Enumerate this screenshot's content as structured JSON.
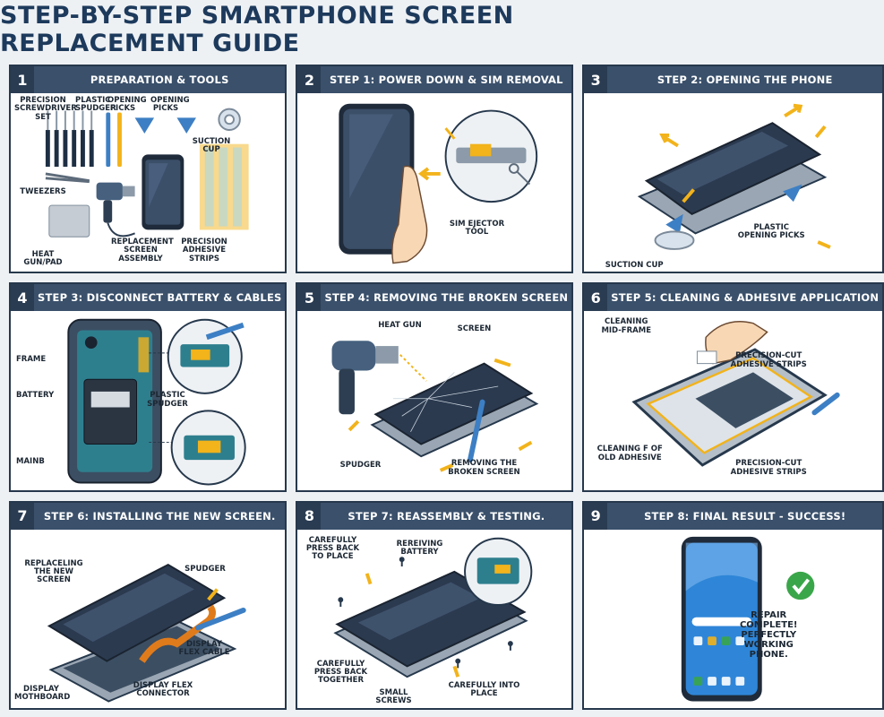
{
  "title": "STEP-BY-STEP SMARTPHONE SCREEN REPLACEMENT GUIDE",
  "panels": [
    {
      "num": "1",
      "title": "PREPARATION & TOOLS",
      "labels": {
        "screwdriver": "PRECISION SCREWDRIVER SET",
        "spudger": "PLASTIC SPUDGER",
        "picks1": "OPENING PICKS",
        "picks2": "OPENING PICKS",
        "suction": "SUCTION CUP",
        "tweezers": "TWEEZERS",
        "heat": "HEAT GUN/PAD",
        "replacement": "REPLACEMENT SCREEN ASSEMBLY",
        "adhesive": "PRECISION ADHESIVE STRIPS"
      }
    },
    {
      "num": "2",
      "title": "STEP 1: POWER DOWN & SIM REMOVAL",
      "labels": {
        "sim": "SIM EJECTOR TOOL"
      }
    },
    {
      "num": "3",
      "title": "STEP 2: OPENING THE PHONE",
      "labels": {
        "picks": "PLASTIC OPENING PICKS",
        "suction": "SUCTION CUP"
      }
    },
    {
      "num": "4",
      "title": "STEP 3: DISCONNECT BATTERY & CABLES",
      "labels": {
        "frame": "FRAME",
        "battery": "BATTERY",
        "spudger": "PLASTIC SPUDGER",
        "mainb": "MAINB"
      }
    },
    {
      "num": "5",
      "title": "STEP 4: REMOVING THE BROKEN SCREEN",
      "labels": {
        "heat": "HEAT GUN",
        "screen": "SCREEN",
        "spudger": "SPUDGER",
        "removing": "REMOVING THE BROKEN SCREEN"
      }
    },
    {
      "num": "6",
      "title": "STEP 5: CLEANING & ADHESIVE APPLICATION",
      "labels": {
        "cleaning": "CLEANING MID-FRAME",
        "strips1": "PRECISION-CUT ADHESIVE STRIPS",
        "cleaning_old": "CLEANING F OF OLD ADHESIVE",
        "strips2": "PRECISION-CUT ADHESIVE STRIPS"
      }
    },
    {
      "num": "7",
      "title": "STEP 6: INSTALLING THE NEW SCREEN.",
      "labels": {
        "replacing": "REPLACELING THE NEW SCREEN",
        "spudger": "SPUDGER",
        "flex_cable": "DISPLAY FLEX CABLE",
        "mothboard": "DISPLAY MOTHBOARD",
        "flex_connector": "DISPLAY FLEX CONNECTOR"
      }
    },
    {
      "num": "8",
      "title": "STEP 7: REASSEMBLY & TESTING.",
      "labels": {
        "press1": "CAREFULLY PRESS BACK TO PLACE",
        "battery": "REREIVING BATTERY",
        "press2": "CAREFULLY PRESS BACK TOGETHER",
        "screws": "SMALL SCREWS",
        "into": "CAREFULLY INTO PLACE"
      }
    },
    {
      "num": "9",
      "title": "STEP 8: FINAL RESULT - SUCCESS!",
      "labels": {
        "result": "REPAIR COMPLETE! PERFECTLY WORKING PHONE."
      }
    }
  ],
  "colors": {
    "header": "#3a506b",
    "accent": "#f2b31b",
    "screen": "#3b4f69",
    "tool": "#3d7fc4",
    "success": "#3aa64a"
  },
  "icons": [
    "screwdriver-icon",
    "spudger-icon",
    "pick-icon",
    "suction-cup-icon",
    "tweezers-icon",
    "heat-gun-icon",
    "sim-tool-icon",
    "hand-icon",
    "arrow-icon",
    "checkmark-icon"
  ]
}
